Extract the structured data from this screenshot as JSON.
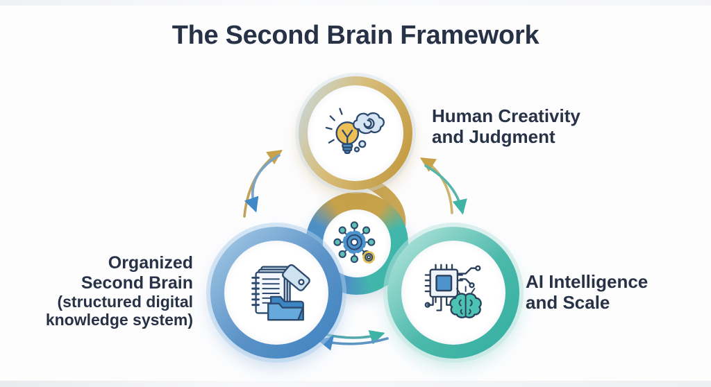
{
  "title": "The Second Brain Framework",
  "nodes": {
    "creativity": {
      "label_line1": "Human Creativity",
      "label_line2": "and Judgment",
      "icon": "lightbulb-brainstorm-icon",
      "ring_color": "#c79e45"
    },
    "organized": {
      "label_line1": "Organized",
      "label_line2": "Second Brain",
      "label_line3": "(structured digital",
      "label_line4": "knowledge system)",
      "icon": "notebook-folder-tag-icon",
      "ring_color": "#4288c4"
    },
    "ai": {
      "label_line1": "AI Intelligence",
      "label_line2": "and Scale",
      "icon": "chip-brain-icon",
      "ring_color": "#3bb3a5"
    },
    "center": {
      "icon": "network-hub-gears-icon",
      "ring_colors": [
        "#4e90c6",
        "#c8a24b",
        "#41b7ab"
      ]
    }
  },
  "arrows": [
    {
      "between": "organized-to-creativity",
      "direction": "up",
      "color": "#c8a24b"
    },
    {
      "between": "creativity-to-organized",
      "direction": "down",
      "color": "#4189c6"
    },
    {
      "between": "ai-to-creativity",
      "direction": "up",
      "color": "#c8a24b"
    },
    {
      "between": "creativity-to-ai",
      "direction": "down",
      "color": "#3fb3a5"
    },
    {
      "between": "organized-to-ai",
      "direction": "right",
      "color": "#3fb3a5"
    },
    {
      "between": "ai-to-organized",
      "direction": "left",
      "color": "#4189c6"
    }
  ],
  "colors": {
    "text_navy": "#273246",
    "gold": "#c8a24b",
    "blue": "#4288c4",
    "teal": "#3bb3a5",
    "background": "#fdfdfe"
  }
}
